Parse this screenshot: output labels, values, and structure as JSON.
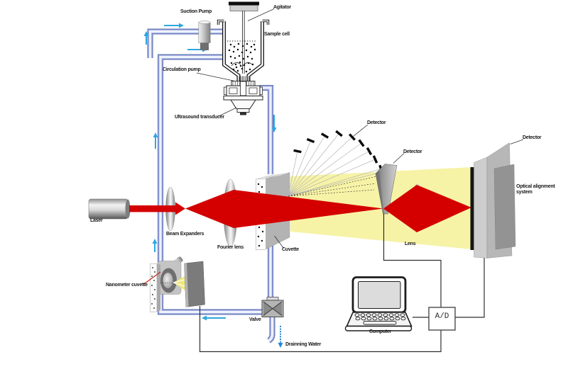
{
  "labels": {
    "suction_pump": "Suction Pump",
    "agitator": "Agitator",
    "sample_cell": "Sample cell",
    "circulation_pump": "Circulation pump",
    "ultrasound_transducer": "Ultrasound transducer",
    "laser": "Laser",
    "beam_expanders": "Beam Expanders",
    "fourier_lens": "Fourier lens",
    "cuvette": "Cuvette",
    "detector_fan": "Detector",
    "detector_wedge": "Detector",
    "detector_panel": "Detector",
    "optical_alignment_system": "Optical alignment\nsystem",
    "lens": "Lens",
    "nanometer_cuvette": "Nanometer cuvette",
    "valve": "Valve",
    "drainning_water": "Drainning Water",
    "computer": "Computer",
    "ad_converter": "A/D"
  },
  "colors": {
    "pipe_edge": "#6170b6",
    "pipe_mid": "#aab7e6",
    "pipe_core": "#eef2fb",
    "beam_red": "#d40000",
    "scatter_yellow": "#f7f3a6",
    "flow_arrow_cyan": "#2ea7e0",
    "drain_arrow_blue": "#2187d8",
    "wire": "#2e2e2e",
    "label_text": "#1a1a1a",
    "nanometer_leader_red": "#c03322"
  }
}
